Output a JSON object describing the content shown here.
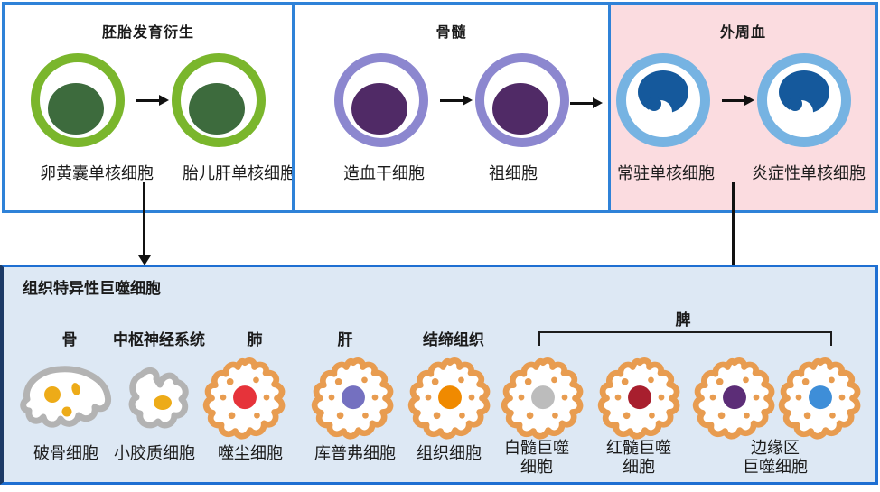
{
  "palette": {
    "panel_border_blue": "#2f82d8",
    "bottom_border_blue": "#1e6fd2",
    "bottom_left_border": "#1c3a66",
    "pink_bg": "#fbdce0",
    "light_blue_bg": "#dde8f4",
    "green_ring": "#7ab62c",
    "green_nucleus": "#3d6b3d",
    "purple_ring": "#8c87cf",
    "purple_nucleus": "#502a66",
    "blue_ring": "#76b3e2",
    "blue_nucleus": "#15599c",
    "macro_outline": "#e89c50",
    "gray_outline": "#b3b3b3",
    "yellow_dot": "#edab18",
    "arrow_black": "#111111"
  },
  "panels": {
    "embryo": {
      "title": "胚胎发育衍生",
      "cell1_label": "卵黄囊单核细胞",
      "cell2_label": "胎儿肝单核细胞"
    },
    "marrow": {
      "title": "骨髓",
      "cell1_label": "造血干细胞",
      "cell2_label": "祖细胞"
    },
    "blood": {
      "title": "外周血",
      "cell1_label": "常驻单核细胞",
      "cell2_label": "炎症性单核细胞"
    }
  },
  "bottom": {
    "title": "组织特异性巨噬细胞",
    "organs": {
      "bone": "骨",
      "cns": "中枢神经系统",
      "lung": "肺",
      "liver": "肝",
      "connective": "结缔组织",
      "spleen": "脾"
    },
    "cells": {
      "osteoclast": {
        "label": "破骨细胞"
      },
      "microglia": {
        "label": "小胶质细胞"
      },
      "dust": {
        "label": "噬尘细胞",
        "nucleus": "#e6333a"
      },
      "kupffer": {
        "label": "库普弗细胞",
        "nucleus": "#7470c0"
      },
      "histiocyte": {
        "label": "组织细胞",
        "nucleus": "#f08a00"
      },
      "white_pulp": {
        "label": "白髓巨噬\n细胞",
        "nucleus": "#bcbcbc"
      },
      "red_pulp": {
        "label": "红髓巨噬\n细胞",
        "nucleus": "#a81f2e"
      },
      "marginal": {
        "label": "边缘区\n巨噬细胞",
        "nucleus_a": "#5c2d77",
        "nucleus_b": "#3e8ed8"
      }
    }
  }
}
